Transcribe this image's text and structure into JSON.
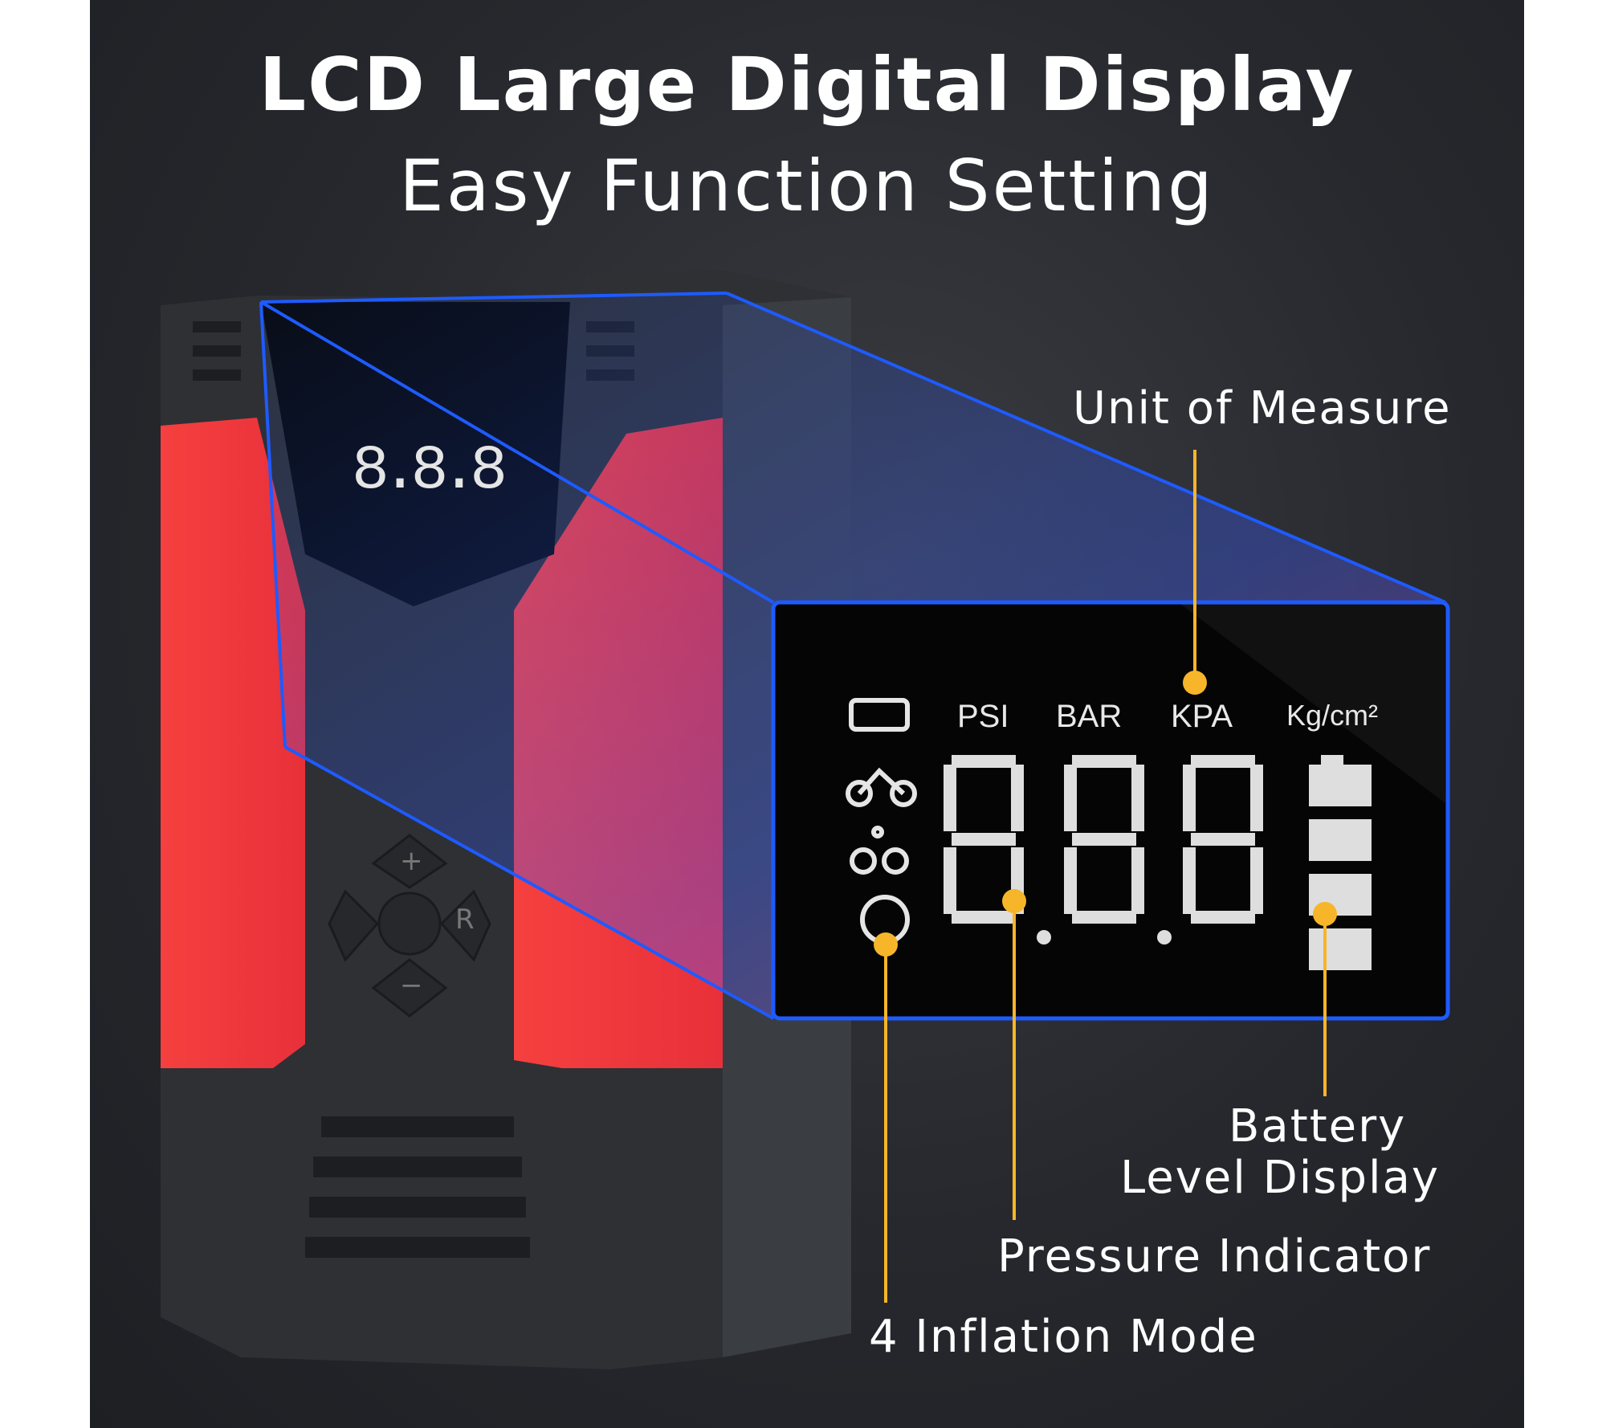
{
  "header": {
    "title": "LCD Large Digital Display",
    "subtitle": "Easy Function Setting"
  },
  "lcd": {
    "units": [
      "PSI",
      "BAR",
      "KPA",
      "Kg/cm²"
    ],
    "reading": "8.8.8",
    "battery_bars": 4,
    "modes": [
      "car-icon",
      "motorcycle-icon",
      "bicycle-icon",
      "basketball-icon"
    ]
  },
  "callouts": {
    "unit": "Unit of Measure",
    "battery_line1": "Battery",
    "battery_line2": "Level Display",
    "pressure": "Pressure Indicator",
    "mode": "4 Inflation Mode"
  },
  "device_buttons": {
    "plus": "+",
    "minus": "−",
    "r": "R"
  },
  "colors": {
    "accent": "#f7b52a",
    "red": "#f03a3a",
    "blue": "#1e5bff"
  }
}
